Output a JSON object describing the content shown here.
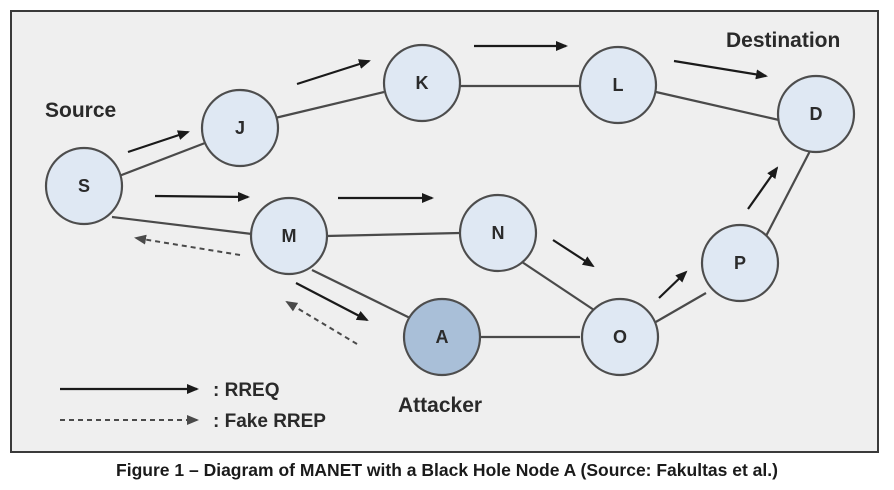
{
  "labels": {
    "source": "Source",
    "destination": "Destination",
    "attacker": "Attacker"
  },
  "nodes": {
    "S": "S",
    "J": "J",
    "K": "K",
    "L": "L",
    "D": "D",
    "M": "M",
    "N": "N",
    "A": "A",
    "O": "O",
    "P": "P"
  },
  "legend": {
    "rreq": ": RREQ",
    "fake_rrep": ": Fake RREP"
  },
  "caption": "Figure 1 – Diagram of MANET with a Black Hole Node A (Source: Fakultas et al.)",
  "colors": {
    "node_fill": "#dfe8f3",
    "attacker_fill": "#a9bfd8",
    "background": "#efefef"
  }
}
